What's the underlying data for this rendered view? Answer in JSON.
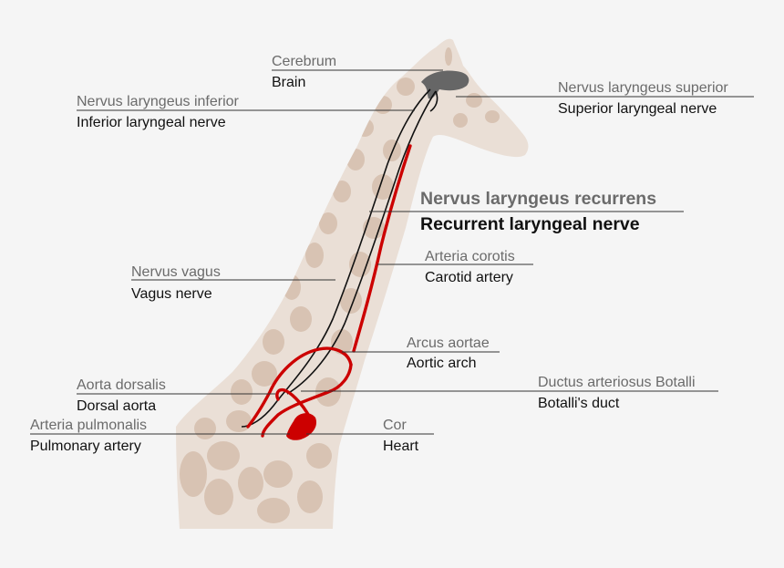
{
  "colors": {
    "background": "#f5f5f5",
    "giraffe_base": "#eadfd6",
    "giraffe_patch": "#d8c3b3",
    "artery_red": "#cc0000",
    "brain_gray": "#666666",
    "nerve": "#111111",
    "latin_text": "#6b6b6b",
    "english_text": "#111111"
  },
  "labels": {
    "cerebrum": {
      "latin": "Cerebrum",
      "english": "Brain"
    },
    "inferior": {
      "latin": "Nervus laryngeus inferior",
      "english": "Inferior laryngeal nerve"
    },
    "superior": {
      "latin": "Nervus laryngeus superior",
      "english": "Superior laryngeal nerve"
    },
    "recurrent": {
      "latin": "Nervus laryngeus recurrens",
      "english": "Recurrent laryngeal nerve"
    },
    "carotid": {
      "latin": "Arteria corotis",
      "english": "Carotid artery"
    },
    "vagus": {
      "latin": "Nervus vagus",
      "english": "Vagus nerve"
    },
    "arch": {
      "latin": "Arcus aortae",
      "english": "Aortic arch"
    },
    "dorsal": {
      "latin": "Aorta dorsalis",
      "english": "Dorsal aorta"
    },
    "ductus": {
      "latin": "Ductus arteriosus Botalli",
      "english": "Botalli's duct"
    },
    "pulmonary": {
      "latin": "Arteria pulmonalis",
      "english": "Pulmonary artery"
    },
    "heart": {
      "latin": "Cor",
      "english": "Heart"
    }
  }
}
